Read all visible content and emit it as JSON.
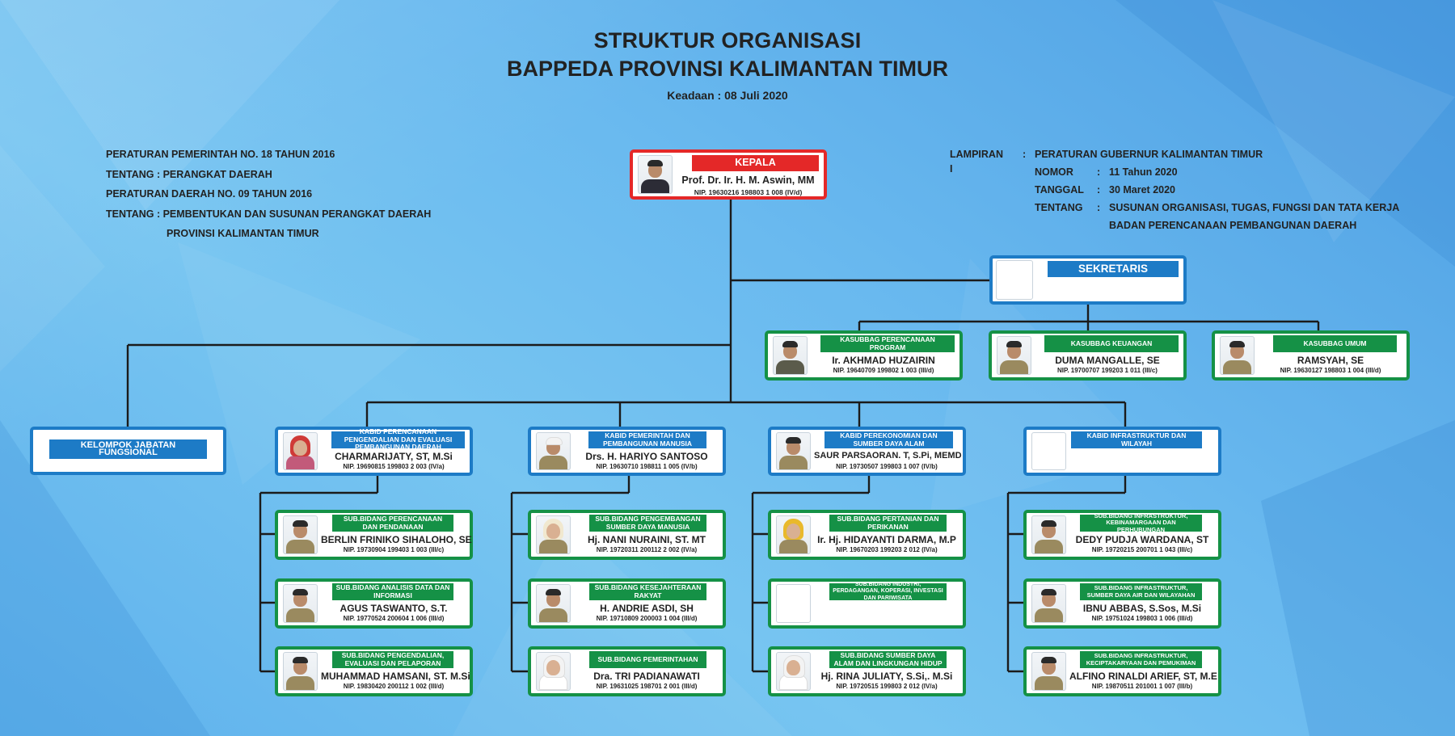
{
  "title": {
    "line1": "STRUKTUR ORGANISASI",
    "line2": "BAPPEDA PROVINSI KALIMANTAN TIMUR",
    "date": "Keadaan : 08 Juli 2020"
  },
  "regulations": [
    "PERATURAN PEMERINTAH NO. 18 TAHUN 2016",
    "TENTANG : PERANGKAT DAERAH",
    "PERATURAN DAERAH NO. 09 TAHUN 2016",
    "TENTANG : PEMBENTUKAN DAN SUSUNAN PERANGKAT DAERAH",
    "PROVINSI KALIMANTAN TIMUR"
  ],
  "lampiran": {
    "label": "LAMPIRAN  I",
    "colon": ":",
    "value": "PERATURAN GUBERNUR KALIMANTAN TIMUR",
    "nomor_label": "NOMOR",
    "nomor_value": "11 Tahun 2020",
    "tanggal_label": "TANGGAL",
    "tanggal_value": "30 Maret 2020",
    "tentang_label": "TENTANG",
    "tentang_value1": "SUSUNAN ORGANISASI, TUGAS, FUNGSI DAN TATA KERJA",
    "tentang_value2": "BADAN PERENCANAAN PEMBANGUNAN DAERAH"
  },
  "kepala": {
    "title": "KEPALA",
    "name": "Prof. Dr. Ir. H. M. Aswin, MM",
    "nip": "NIP. 19630216 198803 1 008 (IV/d)"
  },
  "sekretaris": {
    "title": "SEKRETARIS"
  },
  "kasubbag": [
    {
      "title": "KASUBBAG PERENCANAAN PROGRAM",
      "name": "Ir. AKHMAD HUZAIRIN",
      "nip": "NIP. 19640709 199802 1 003 (III/d)"
    },
    {
      "title": "KASUBBAG KEUANGAN",
      "name": "DUMA MANGALLE, SE",
      "nip": "NIP. 19700707 199203 1 011 (III/c)"
    },
    {
      "title": "KASUBBAG UMUM",
      "name": "RAMSYAH, SE",
      "nip": "NIP. 19630127 198803 1 004 (III/d)"
    }
  ],
  "fungsional": {
    "title": "KELOMPOK JABATAN FUNGSIONAL"
  },
  "kabid": [
    {
      "title": "KABID PERENCANAAN PENGENDALIAN DAN EVALUASI PEMBANGUNAN DAERAH",
      "name": "CHARMARIJATY, ST, M.Si",
      "nip": "NIP. 19690815 199803 2 003 (IV/a)"
    },
    {
      "title": "KABID PEMERINTAH DAN PEMBANGUNAN MANUSIA",
      "name": "Drs. H. HARIYO SANTOSO",
      "nip": "NIP. 19630710 198811 1 005 (IV/b)"
    },
    {
      "title": "KABID PEREKONOMIAN DAN SUMBER DAYA ALAM",
      "name": "SAUR PARSAORAN. T, S.Pi, MEMD",
      "nip": "NIP. 19730507 199803 1 007 (IV/b)"
    },
    {
      "title": "KABID INFRASTRUKTUR DAN WILAYAH",
      "name": "",
      "nip": ""
    }
  ],
  "subbidang": [
    [
      {
        "title": "SUB.BIDANG PERENCANAAN DAN PENDANAAN",
        "name": "BERLIN FRINIKO SIHALOHO, SE",
        "nip": "NIP. 19730904 199403 1 003 (III/c)"
      },
      {
        "title": "SUB.BIDANG ANALISIS DATA DAN INFORMASI",
        "name": "AGUS TASWANTO, S.T.",
        "nip": "NIP. 19770524 200604 1 006 (III/d)"
      },
      {
        "title": "SUB.BIDANG PENGENDALIAN, EVALUASI DAN PELAPORAN",
        "name": "MUHAMMAD HAMSANI, ST. M.Si",
        "nip": "NIP. 19830420 200112 1 002 (III/d)"
      }
    ],
    [
      {
        "title": "SUB.BIDANG PENGEMBANGAN SUMBER DAYA MANUSIA",
        "name": "Hj. NANI NURAINI, ST. MT",
        "nip": "NIP. 19720311 200112 2  002 (IV/a)"
      },
      {
        "title": "SUB.BIDANG KESEJAHTERAAN RAKYAT",
        "name": "H. ANDRIE ASDI, SH",
        "nip": "NIP. 19710809 200003 1 004 (III/d)"
      },
      {
        "title": "SUB.BIDANG PEMERINTAHAN",
        "name": "Dra. TRI PADIANAWATI",
        "nip": "NIP. 19631025 198701 2 001 (III/d)"
      }
    ],
    [
      {
        "title": "SUB.BIDANG PERTANIAN DAN PERIKANAN",
        "name": "Ir. Hj. HIDAYANTI DARMA, M.P",
        "nip": "NIP. 19670203 199203 2 012 (IV/a)"
      },
      {
        "title": "SUB.BIDANG INDUSTRI, PERDAGANGAN, KOPERASI, INVESTASI DAN PARIWISATA",
        "name": "",
        "nip": ""
      },
      {
        "title": "SUB.BIDANG SUMBER DAYA ALAM DAN LINGKUNGAN HIDUP",
        "name": "Hj. RINA JULIATY, S.Si,. M.Si",
        "nip": "NIP. 19720515 199803 2 012 (IV/a)"
      }
    ],
    [
      {
        "title": "SUB.BIDANG INFRASTRUKTUR, KEBINAMARGAAN DAN PERHUBUNGAN",
        "name": "DEDY PUDJA WARDANA, ST",
        "nip": "NIP. 19720215 200701 1 043 (III/c)"
      },
      {
        "title": "SUB.BIDANG INFRASTRUKTUR, SUMBER DAYA AIR DAN WILAYAHAN",
        "name": "IBNU ABBAS, S.Sos, M.Si",
        "nip": "NIP. 19751024 199803 1 006 (III/d)"
      },
      {
        "title": "SUB.BIDANG INFRASTRUKTUR, KECIPTAKARYAAN DAN PEMUKIMAN",
        "name": "ALFINO RINALDI ARIEF, ST, M.E",
        "nip": "NIP. 19870511 201001 1 007 (III/b)"
      }
    ]
  ],
  "colors": {
    "blue": "#1d7bc6",
    "green": "#159146",
    "red": "#e42828",
    "line": "#1b1b1b"
  }
}
